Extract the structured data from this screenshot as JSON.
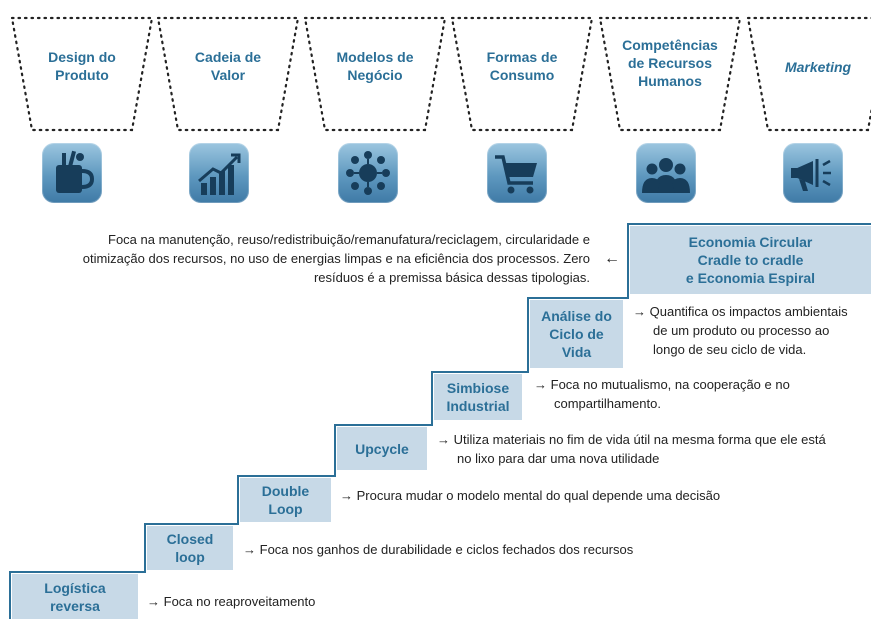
{
  "categories": [
    {
      "lines": [
        "Design do",
        "Produto"
      ],
      "italic": false,
      "icon": "mug-tools-icon"
    },
    {
      "lines": [
        "Cadeia de",
        "Valor"
      ],
      "italic": false,
      "icon": "growth-chart-icon"
    },
    {
      "lines": [
        "Modelos de",
        "Negócio"
      ],
      "italic": false,
      "icon": "network-globe-icon"
    },
    {
      "lines": [
        "Formas de",
        "Consumo"
      ],
      "italic": false,
      "icon": "shopping-cart-icon"
    },
    {
      "lines": [
        "Competências",
        "de Recursos",
        "Humanos"
      ],
      "italic": false,
      "icon": "people-group-icon"
    },
    {
      "lines": [
        "Marketing"
      ],
      "italic": true,
      "icon": "megaphone-icon"
    }
  ],
  "top_description": {
    "lines": [
      "Foca na manutenção, reuso/redistribuição/remanufatura/reciclagem, circularidade e",
      "otimização dos recursos, no uso de energias limpas e na eficiência dos processos. Zero",
      "resíduos é a premissa básica dessas tipologias."
    ],
    "arrow": "←"
  },
  "steps": [
    {
      "id": "logistica",
      "lines": [
        "Logística",
        "reversa"
      ],
      "desc_lines": [
        "Foca no reaproveitamento"
      ]
    },
    {
      "id": "closed",
      "lines": [
        "Closed",
        "loop"
      ],
      "desc_lines": [
        "Foca nos ganhos de durabilidade e ciclos fechados dos recursos"
      ]
    },
    {
      "id": "double",
      "lines": [
        "Double",
        "Loop"
      ],
      "desc_lines": [
        "Procura mudar o modelo mental do qual depende uma decisão"
      ]
    },
    {
      "id": "upcycle",
      "lines": [
        "Upcycle"
      ],
      "desc_lines": [
        "Utiliza materiais no fim de vida útil na mesma forma que ele está",
        "no lixo para dar uma nova utilidade"
      ]
    },
    {
      "id": "simbiose",
      "lines": [
        "Simbiose",
        "Industrial"
      ],
      "desc_lines": [
        "Foca no mutualismo, na cooperação e no",
        "compartilhamento."
      ]
    },
    {
      "id": "analise",
      "lines": [
        "Análise do",
        "Ciclo de",
        "Vida"
      ],
      "desc_lines": [
        "Quantifica os impactos ambientais",
        "de um produto ou processo ao",
        "longo de seu ciclo de vida."
      ]
    },
    {
      "id": "economia",
      "lines": [
        "Economia Circular",
        "Cradle to cradle",
        "e Economia Espiral"
      ],
      "desc_lines": []
    }
  ],
  "arrow_right": "→",
  "colors": {
    "accent": "#2b6f97",
    "step_fill": "#c7d9e7",
    "icon_tile": "#5e98bf"
  }
}
